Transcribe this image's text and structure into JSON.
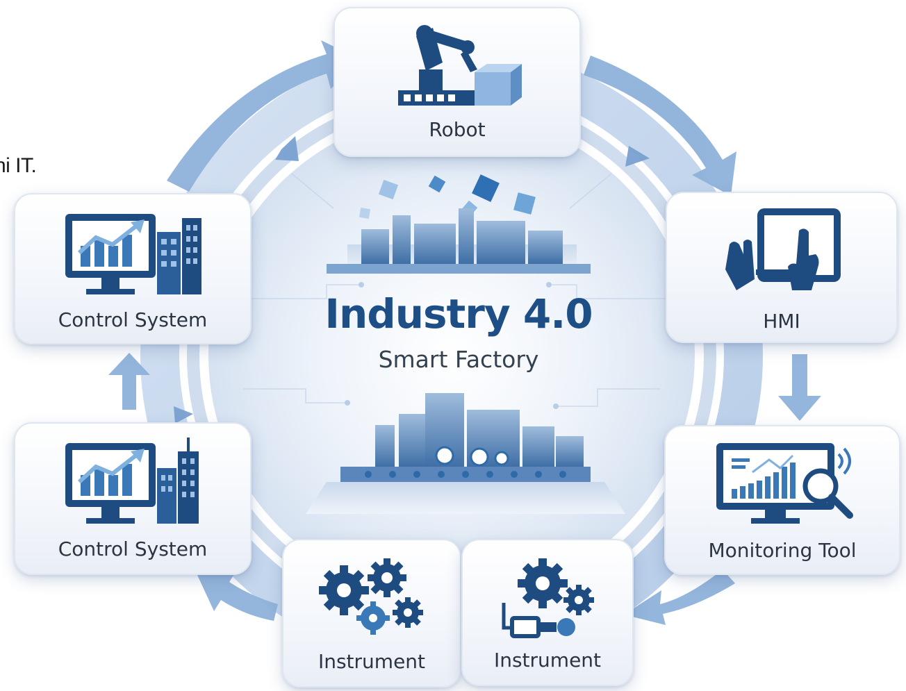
{
  "fragment_text": "hi IT.",
  "center": {
    "title": "Industry 4.0",
    "subtitle": "Smart Factory"
  },
  "nodes": {
    "robot": "Robot",
    "hmi": "HMI",
    "monitoring": "Monitoring Tool",
    "instrument_right": "Instrument",
    "instrument_left": "Instrument",
    "control_lower": "Control System",
    "control_upper": "Control System"
  },
  "icons": {
    "robot": "robot-arm-icon",
    "hmi": "touch-tablet-icon",
    "monitoring": "monitor-analytics-icon",
    "instrument_right": "gear-device-icon",
    "instrument_left": "gears-icon",
    "control_lower": "monitor-chart-icon",
    "control_upper": "monitor-chart-icon"
  },
  "colors": {
    "accent": "#1d4f86",
    "icon_dark": "#1f4c80",
    "icon_mid": "#3b78b8",
    "icon_light": "#7fb0de",
    "ring": "#a9c4e3"
  }
}
